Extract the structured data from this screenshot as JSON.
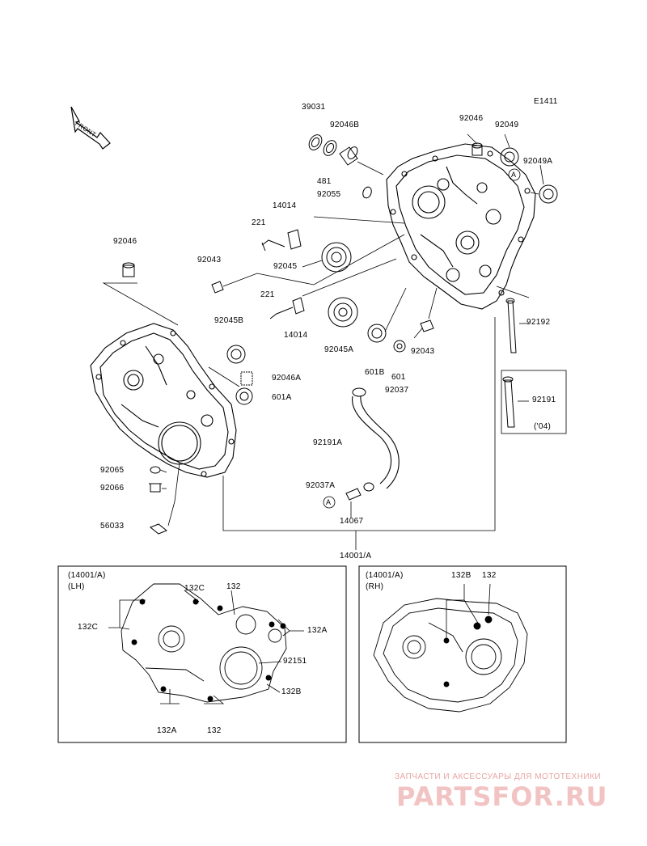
{
  "diagram_code": "E1411",
  "front_arrow": "FRONT",
  "callouts": {
    "a_top": "A",
    "a_bottom": "A"
  },
  "parts": {
    "p39031": "39031",
    "p92046B": "92046B",
    "p92046_top": "92046",
    "p92049": "92049",
    "p92049A": "92049A",
    "p481": "481",
    "p92055": "92055",
    "p14014_top": "14014",
    "p221_top": "221",
    "p92043_left": "92043",
    "p92045": "92045",
    "p92046_left": "92046",
    "p221_mid": "221",
    "p14014_mid": "14014",
    "p92045B": "92045B",
    "p92045A": "92045A",
    "p601B": "601B",
    "p601": "601",
    "p92043_right": "92043",
    "p92192": "92192",
    "p92046A": "92046A",
    "p601A": "601A",
    "p92037": "92037",
    "p92191": "92191",
    "p92191_year": "('04)",
    "p92191A": "92191A",
    "p92065": "92065",
    "p92066": "92066",
    "p92037A": "92037A",
    "p14067": "14067",
    "p56033": "56033",
    "p14001A": "14001/A"
  },
  "lh_box": {
    "ref": "(14001/A)",
    "side": "(LH)",
    "labels": {
      "c132C_a": "132C",
      "c132_a": "132",
      "c132C_b": "132C",
      "c132A_a": "132A",
      "c92151": "92151",
      "c132B": "132B",
      "c132A_b": "132A",
      "c132_b": "132"
    }
  },
  "rh_box": {
    "ref": "(14001/A)",
    "side": "(RH)",
    "labels": {
      "c132B": "132B",
      "c132": "132"
    }
  },
  "watermark": {
    "line1": "ЗАПЧАСТИ И АКСЕССУАРЫ ДЛЯ МОТОТЕХНИКИ",
    "line2": "PARTSFOR.RU"
  }
}
